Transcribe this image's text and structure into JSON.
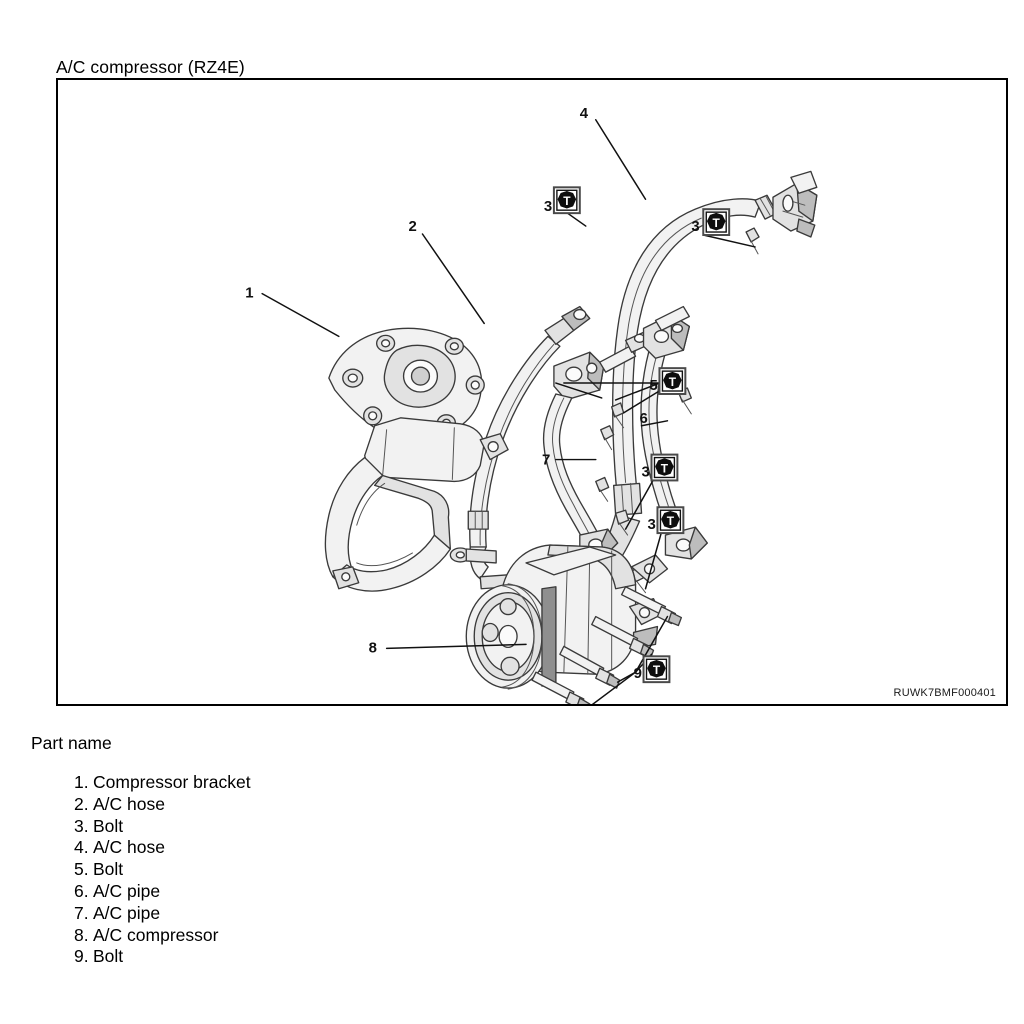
{
  "document": {
    "figure_title": "A/C compressor (RZ4E)",
    "figure_reference_code": "RUWK7BMF000401",
    "parts_heading": "Part name"
  },
  "parts_list": [
    {
      "num": "1.",
      "name": "Compressor bracket"
    },
    {
      "num": "2.",
      "name": "A/C hose"
    },
    {
      "num": "3.",
      "name": "Bolt"
    },
    {
      "num": "4.",
      "name": "A/C hose"
    },
    {
      "num": "5.",
      "name": "Bolt"
    },
    {
      "num": "6.",
      "name": "A/C pipe"
    },
    {
      "num": "7.",
      "name": "A/C pipe"
    },
    {
      "num": "8.",
      "name": "A/C compressor"
    },
    {
      "num": "9.",
      "name": "Bolt"
    }
  ],
  "callouts": [
    {
      "id": "callout-1",
      "label": "1",
      "torque": false
    },
    {
      "id": "callout-2",
      "label": "2",
      "torque": false
    },
    {
      "id": "callout-3a",
      "label": "3",
      "torque": true
    },
    {
      "id": "callout-3b",
      "label": "3",
      "torque": true
    },
    {
      "id": "callout-3c",
      "label": "3",
      "torque": true
    },
    {
      "id": "callout-3d",
      "label": "3",
      "torque": true
    },
    {
      "id": "callout-4",
      "label": "4",
      "torque": false
    },
    {
      "id": "callout-5",
      "label": "5",
      "torque": true
    },
    {
      "id": "callout-6",
      "label": "6",
      "torque": false
    },
    {
      "id": "callout-7",
      "label": "7",
      "torque": false
    },
    {
      "id": "callout-8",
      "label": "8",
      "torque": false
    },
    {
      "id": "callout-9",
      "label": "9",
      "torque": true
    }
  ],
  "torque_symbol": {
    "glyph": "T",
    "description": "tightening-torque-symbol"
  },
  "colors": {
    "page_background": "#ffffff",
    "ink": "#000000",
    "frame_border": "#000000",
    "line_art": "#3a3a3a",
    "shading_light": "#f2f2f2",
    "shading_mid": "#e2e2e2",
    "shading_dark": "#bdbdbd",
    "torque_symbol_fill": "#0d0d0d"
  }
}
